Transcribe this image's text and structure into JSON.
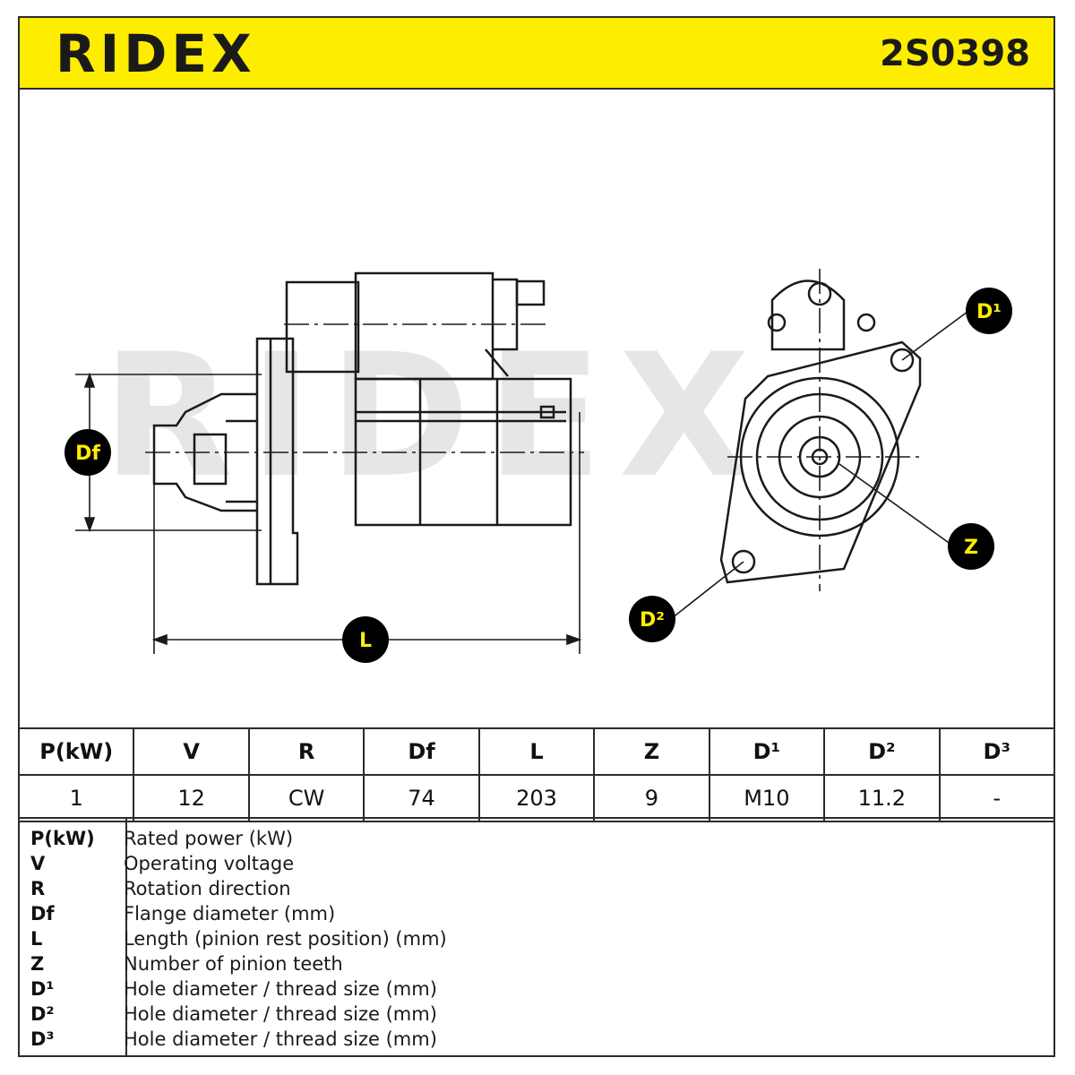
{
  "header": {
    "brand": "RIDEX",
    "part_number": "2S0398",
    "band_color": "#ffed00"
  },
  "drawing": {
    "watermark": "RIDEX",
    "watermark_color": "#e6e6e6",
    "badge_color": "#000000",
    "badge_text_color": "#ffed00",
    "labels": {
      "df": "Df",
      "l": "L",
      "d1": "D¹",
      "d2": "D²",
      "z": "Z"
    }
  },
  "specs": {
    "headers": [
      "P(kW)",
      "V",
      "R",
      "Df",
      "L",
      "Z",
      "D¹",
      "D²",
      "D³"
    ],
    "values": [
      "1",
      "12",
      "CW",
      "74",
      "203",
      "9",
      "M10",
      "11.2",
      "-"
    ]
  },
  "legend": [
    {
      "key": "P(kW)",
      "desc": "Rated power (kW)"
    },
    {
      "key": "V",
      "desc": "Operating voltage"
    },
    {
      "key": "R",
      "desc": "Rotation direction"
    },
    {
      "key": "Df",
      "desc": "Flange diameter (mm)"
    },
    {
      "key": "L",
      "desc": "Length (pinion rest position) (mm)"
    },
    {
      "key": "Z",
      "desc": "Number of pinion teeth"
    },
    {
      "key": "D¹",
      "desc": "Hole diameter / thread size (mm)"
    },
    {
      "key": "D²",
      "desc": "Hole diameter / thread size (mm)"
    },
    {
      "key": "D³",
      "desc": "Hole diameter / thread size (mm)"
    }
  ]
}
